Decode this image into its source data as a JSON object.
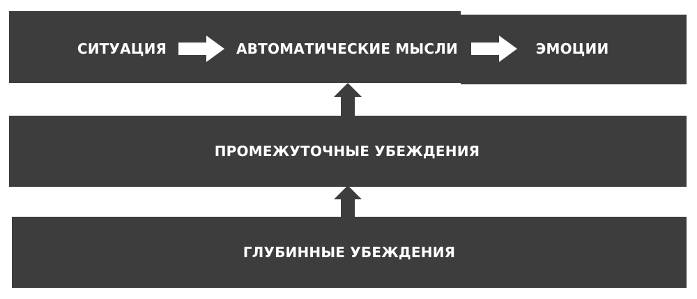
{
  "diagram": {
    "top_row": {
      "situation": "СИТУАЦИЯ",
      "automatic_thoughts": "АВТОМАТИЧЕСКИЕ МЫСЛИ",
      "emotions": "ЭМОЦИИ"
    },
    "intermediate_beliefs": "ПРОМЕЖУТОЧНЫЕ УБЕЖДЕНИЯ",
    "core_beliefs": "ГЛУБИННЫЕ УБЕЖДЕНИЯ"
  },
  "colors": {
    "box": "#3d3d3d",
    "text": "#ffffff",
    "arrow_light": "#ffffff",
    "arrow_dark": "#3d3d3d"
  }
}
